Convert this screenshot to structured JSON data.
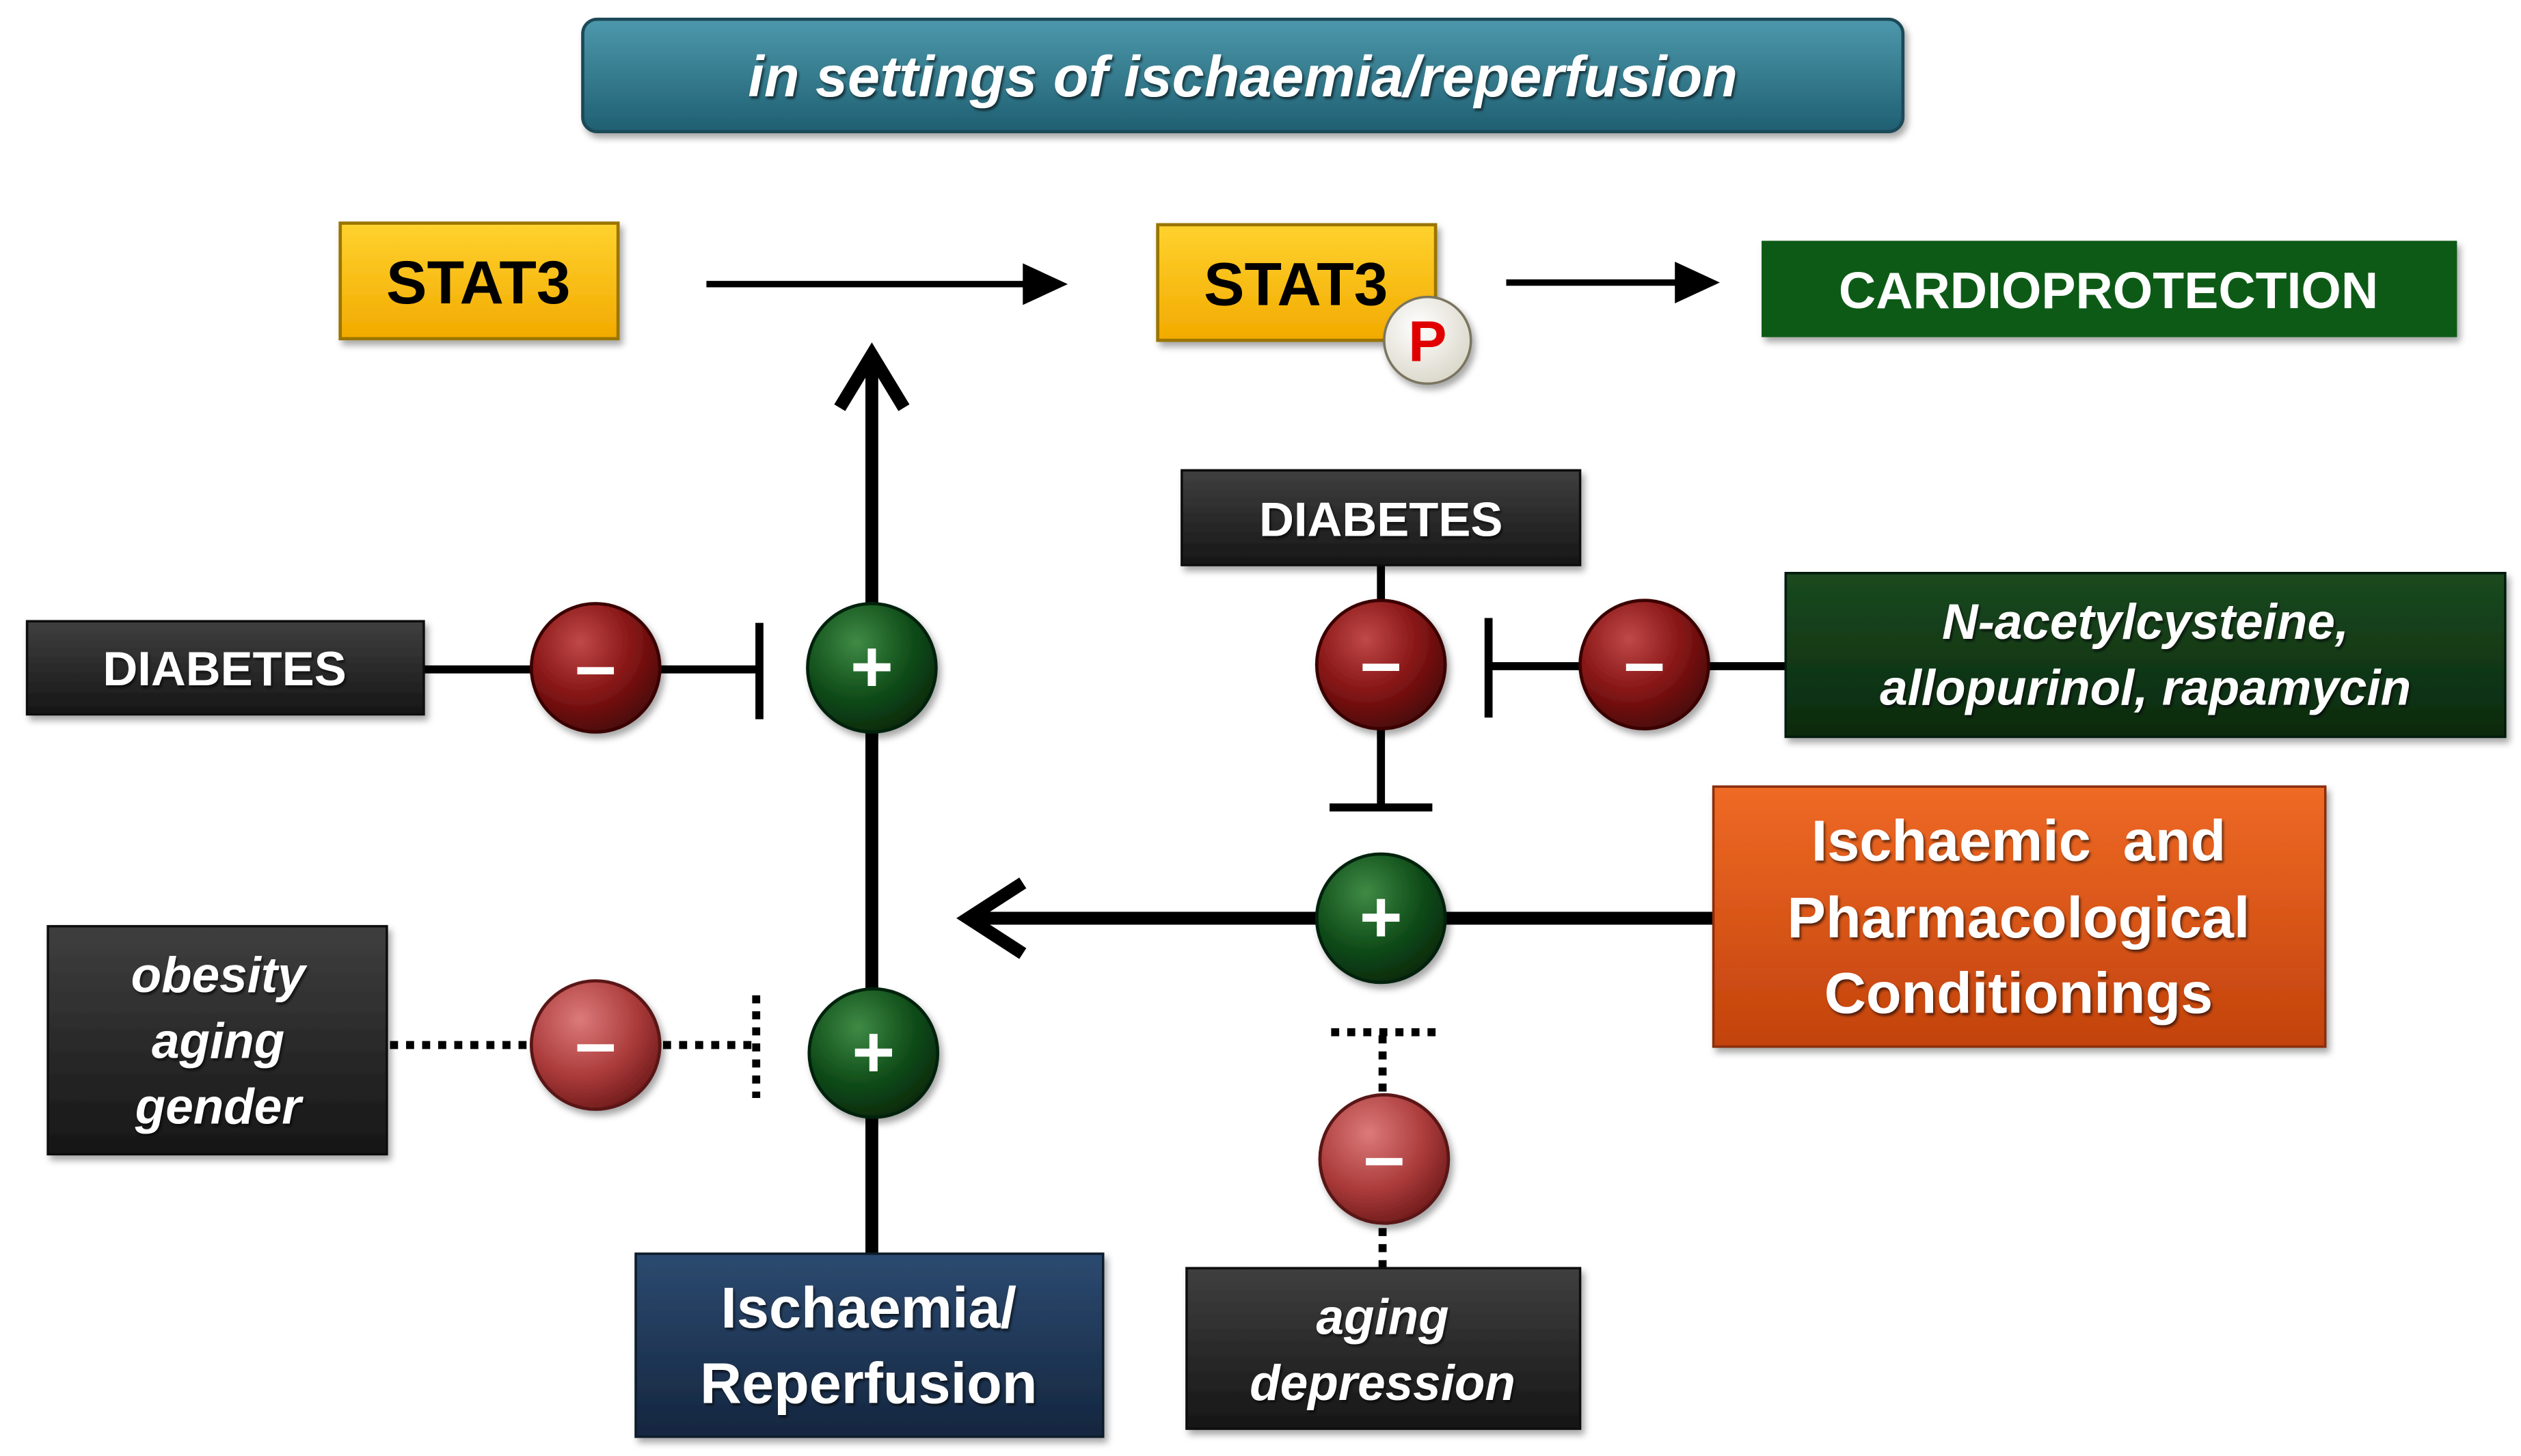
{
  "banner": {
    "text": "in settings of ischaemia/reperfusion"
  },
  "stat3": {
    "label": "STAT3"
  },
  "stat3p": {
    "label": "STAT3",
    "phospho": "P"
  },
  "cardioprotection": {
    "label": "CARDIOPROTECTION"
  },
  "diabetes_left": {
    "label": "DIABETES"
  },
  "diabetes_top": {
    "label": "DIABETES"
  },
  "nac": {
    "line1": "N-acetylcysteine,",
    "line2": "allopurinol, rapamycin"
  },
  "conditionings": {
    "line1": "Ischaemic  and",
    "line2": "Pharmacological",
    "line3": "Conditionings"
  },
  "risk_left": {
    "line1": "obesity",
    "line2": "aging",
    "line3": "gender"
  },
  "ischaemia": {
    "line1": "Ischaemia/",
    "line2": "Reperfusion"
  },
  "risk_bottom": {
    "line1": "aging",
    "line2": "depression"
  },
  "signs": {
    "plus": "+",
    "minus": "–"
  },
  "colors": {
    "banner": "#2e7a8e",
    "stat3": "#ffc000",
    "cardioprotection": "#0a5a14",
    "dark_box": "#2a2a2a",
    "nac_box": "#0f3514",
    "conditionings": "#d55416",
    "ischaemia_box": "#1c3556",
    "plus_node": "#0f4a18",
    "minus_node": "#7e1414",
    "minus_node_light": "#a53838",
    "phospho_text": "#e00000"
  }
}
